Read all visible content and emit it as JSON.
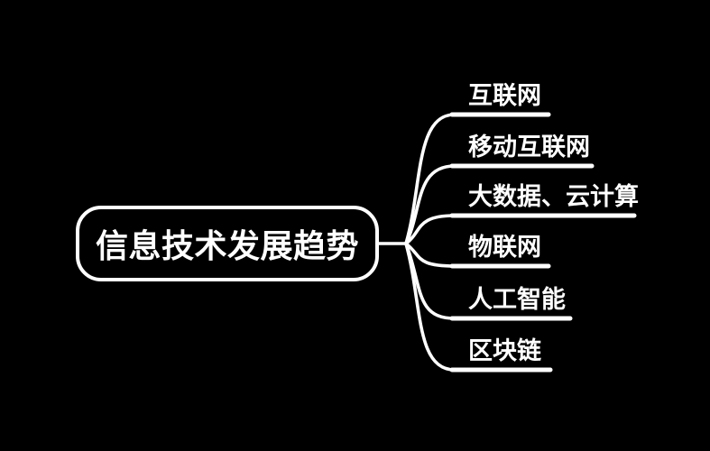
{
  "mindmap": {
    "central_topic": {
      "label": "信息技术发展趋势"
    },
    "branches": [
      {
        "label": "互联网"
      },
      {
        "label": "移动互联网"
      },
      {
        "label": "大数据、云计算"
      },
      {
        "label": "物联网"
      },
      {
        "label": "人工智能"
      },
      {
        "label": "区块链"
      }
    ]
  },
  "colors": {
    "background": "#000000",
    "line": "#ffffff",
    "text": "#ffffff"
  }
}
